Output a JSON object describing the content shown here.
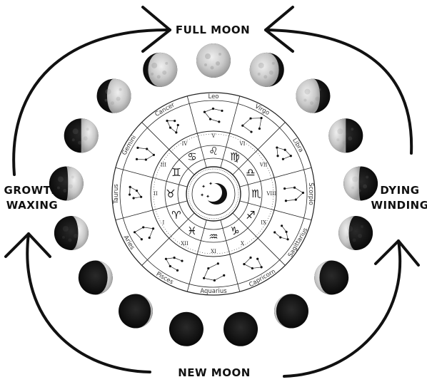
{
  "labels": {
    "top": "FULL MOON",
    "bottom": "NEW MOON",
    "left_line1": "GROWTH",
    "left_line2": "WAXING",
    "right_line1": "DYING",
    "right_line2": "WINDING"
  },
  "zodiac": [
    {
      "name": "Cancer",
      "glyph": "♋",
      "house": "IV"
    },
    {
      "name": "Leo",
      "glyph": "♌",
      "house": "V"
    },
    {
      "name": "Virgo",
      "glyph": "♍",
      "house": "VI"
    },
    {
      "name": "Libra",
      "glyph": "♎",
      "house": "VII"
    },
    {
      "name": "Scorpio",
      "glyph": "♏",
      "house": "VIII"
    },
    {
      "name": "Sagittarius",
      "glyph": "♐",
      "house": "IX"
    },
    {
      "name": "Capricorn",
      "glyph": "♑",
      "house": "X"
    },
    {
      "name": "Aquarius",
      "glyph": "♒",
      "house": "XI"
    },
    {
      "name": "Pisces",
      "glyph": "♓",
      "house": "XII"
    },
    {
      "name": "Aries",
      "glyph": "♈",
      "house": "I"
    },
    {
      "name": "Taurus",
      "glyph": "♉",
      "house": "II"
    },
    {
      "name": "Gemini",
      "glyph": "♊",
      "house": "III"
    }
  ],
  "moon_phases": [
    {
      "phase": "full",
      "lit": 1.0
    },
    {
      "phase": "waning-gibbous",
      "lit": 0.85
    },
    {
      "phase": "waning-gibbous",
      "lit": 0.7
    },
    {
      "phase": "last-quarter",
      "lit": 0.5
    },
    {
      "phase": "last-quarter",
      "lit": 0.45
    },
    {
      "phase": "waning-crescent",
      "lit": 0.3
    },
    {
      "phase": "waning-crescent",
      "lit": 0.15
    },
    {
      "phase": "waning-crescent",
      "lit": 0.06
    },
    {
      "phase": "new",
      "lit": 0.0
    },
    {
      "phase": "new",
      "lit": 0.0
    },
    {
      "phase": "waxing-crescent",
      "lit": 0.06
    },
    {
      "phase": "waxing-crescent",
      "lit": 0.15
    },
    {
      "phase": "waxing-crescent",
      "lit": 0.3
    },
    {
      "phase": "first-quarter",
      "lit": 0.45
    },
    {
      "phase": "first-quarter",
      "lit": 0.5
    },
    {
      "phase": "waxing-gibbous",
      "lit": 0.7
    },
    {
      "phase": "waxing-gibbous",
      "lit": 0.85
    }
  ],
  "colors": {
    "ink": "#111111",
    "moon_light": "#d9d9d9",
    "moon_dark": "#141414"
  }
}
